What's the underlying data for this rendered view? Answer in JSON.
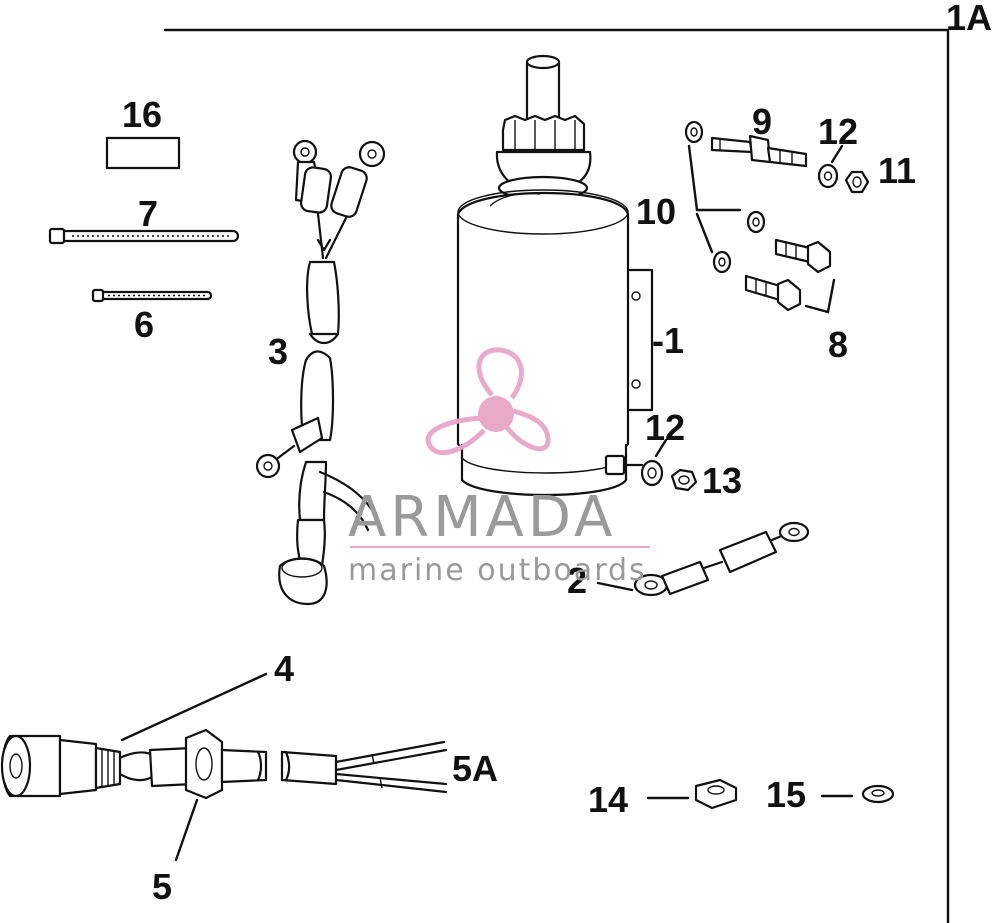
{
  "diagram": {
    "frame_label": "1A",
    "callouts": {
      "starter_motor": "-1",
      "battery_cable": "2",
      "starter_cable": "3",
      "cable_4": "4",
      "cable_5": "5",
      "wire_leads": "5A",
      "tie_strap_small": "6",
      "tie_strap_large": "7",
      "bolt_8": "8",
      "stud_9": "9",
      "washer_10": "10",
      "nut_11": "11",
      "lockwasher_12_top": "12",
      "lockwasher_12_mid": "12",
      "nut_13": "13",
      "nut_14": "14",
      "lockwasher_15": "15",
      "decal_16": "16"
    }
  },
  "watermark": {
    "brand": "ARMADA",
    "tagline": "marine outboards",
    "colors": {
      "logo": "#e8a6c8",
      "text": "#9a9a9a"
    }
  }
}
